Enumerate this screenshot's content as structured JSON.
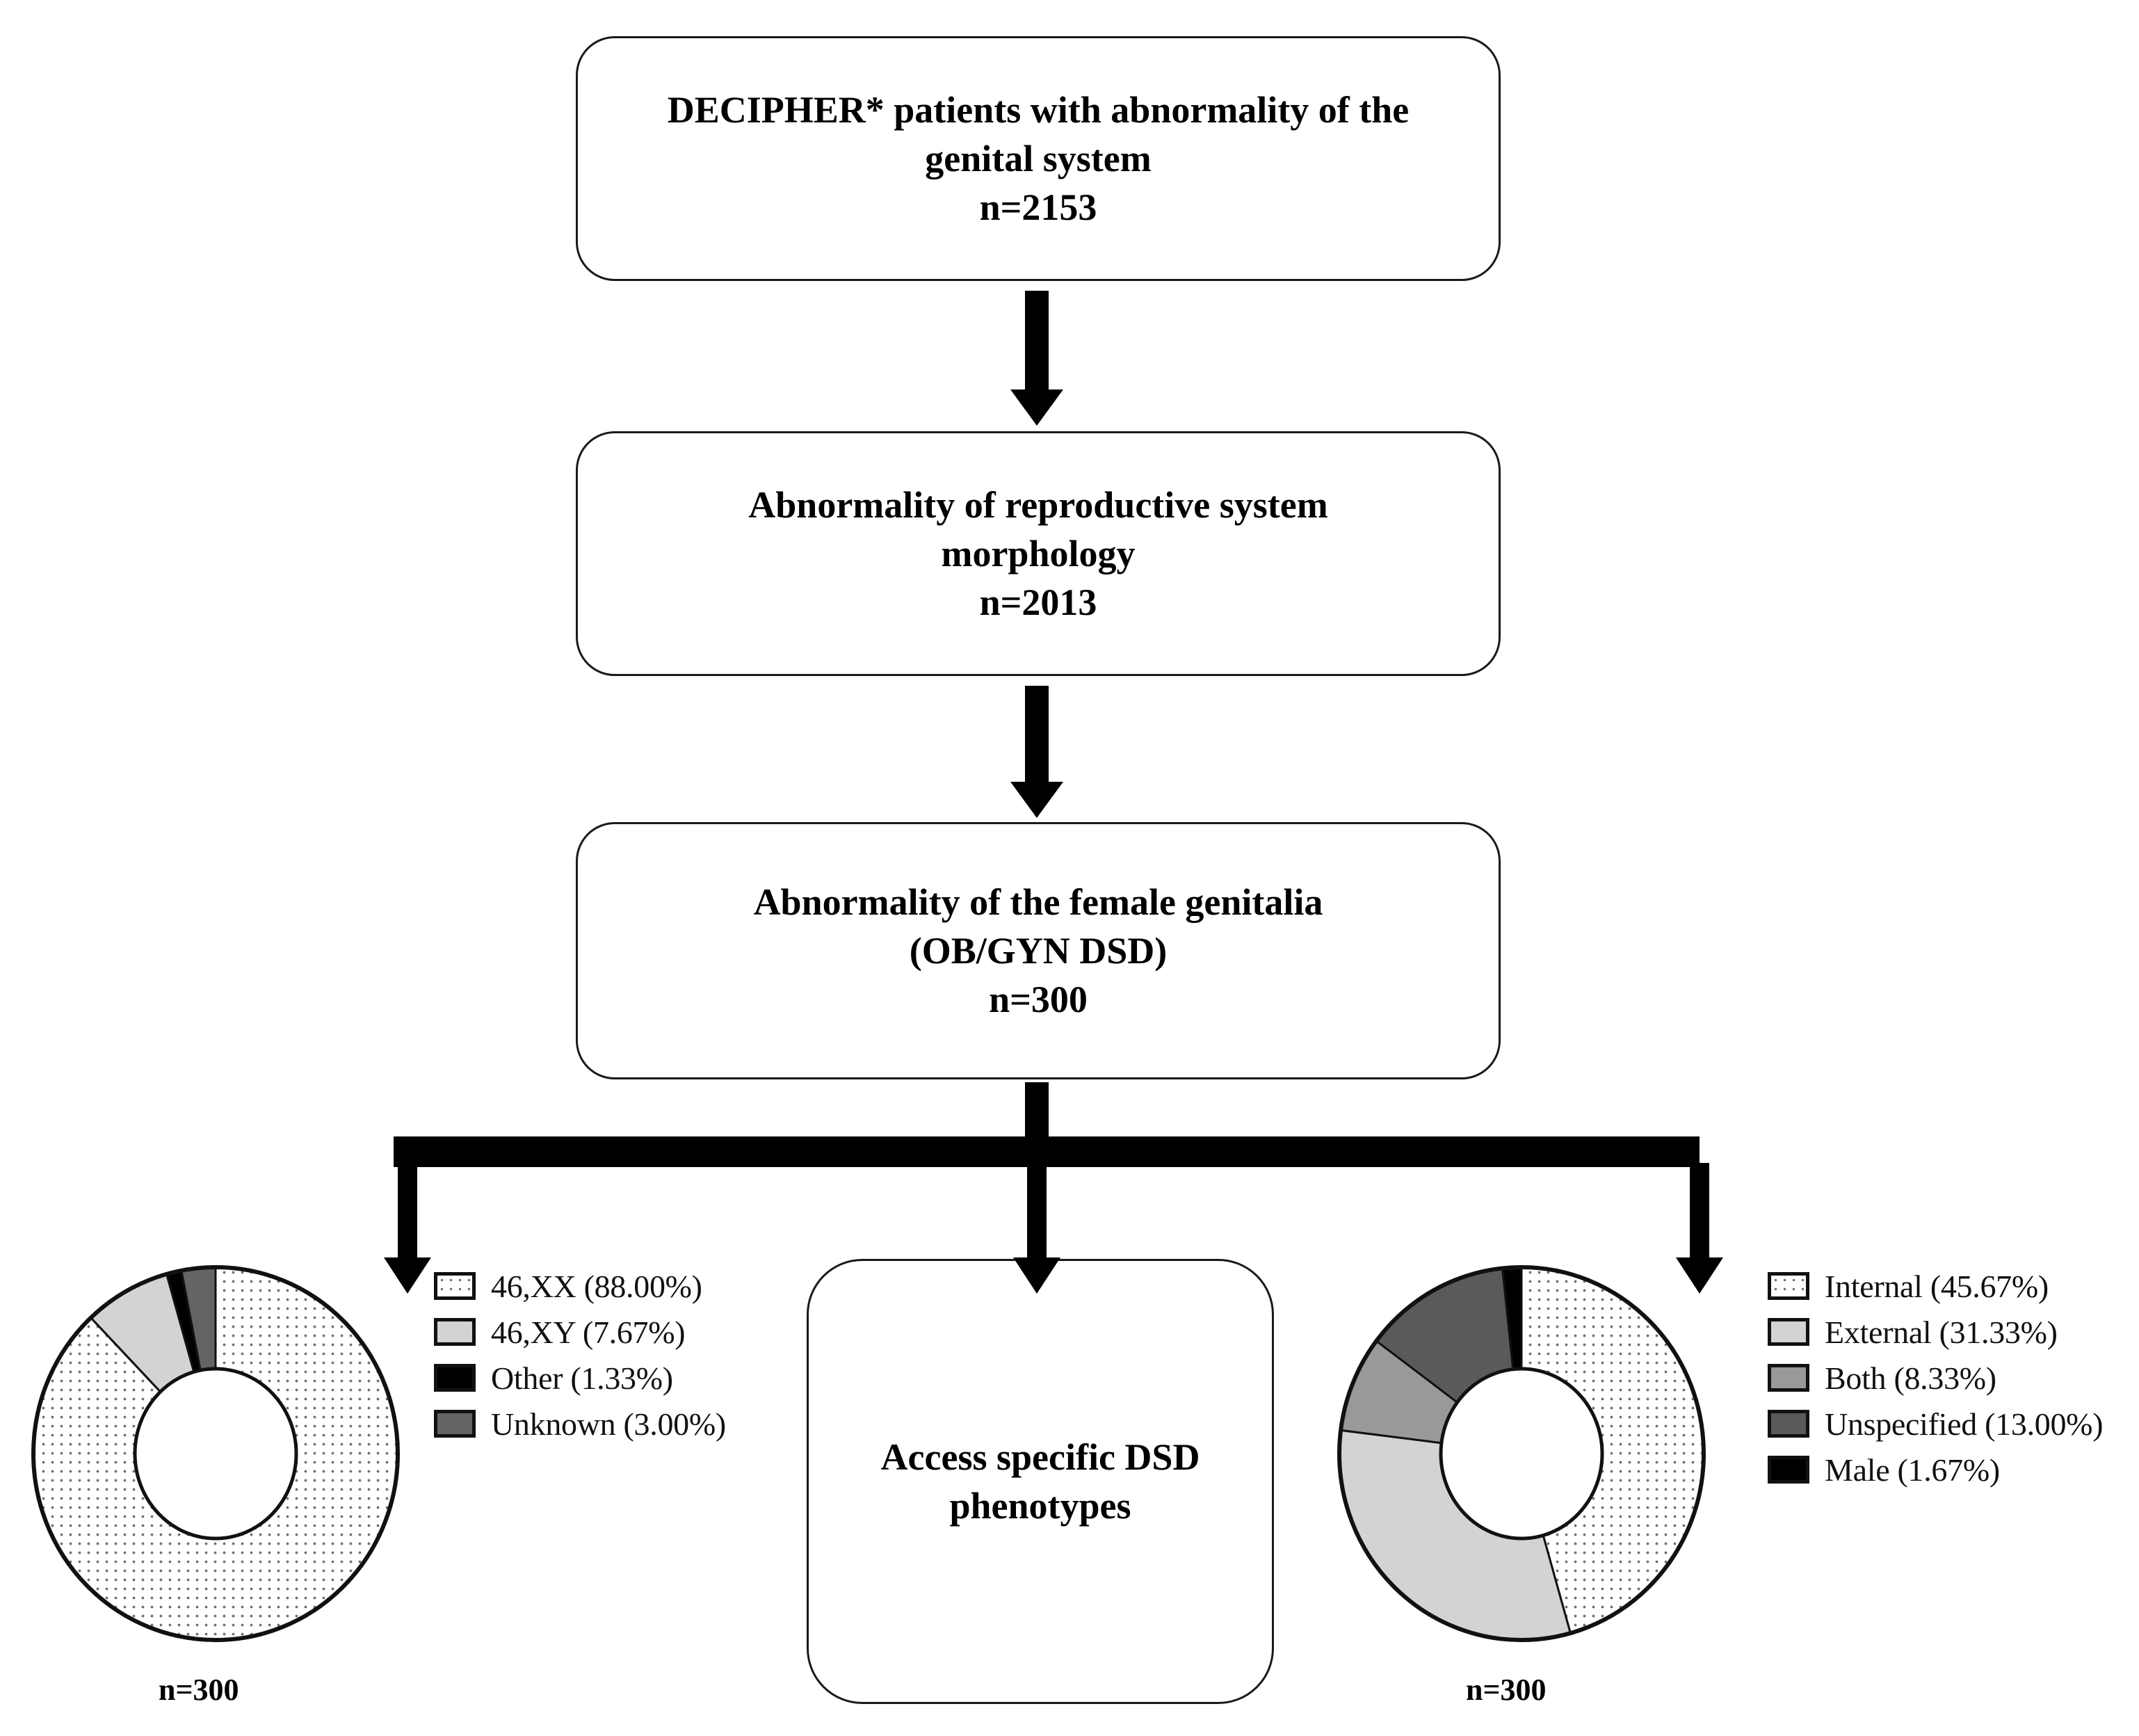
{
  "flow": {
    "boxes": [
      {
        "name": "decipher-cohort",
        "lines": [
          "DECIPHER* patients with abnormality of the",
          "genital system",
          "n=2153"
        ]
      },
      {
        "name": "reproductive-morphology",
        "lines": [
          "Abnormality of reproductive system",
          "morphology",
          "n=2013"
        ]
      },
      {
        "name": "female-genitalia",
        "lines": [
          "Abnormality of the female genitalia",
          "(OB/GYN DSD)",
          "n=300"
        ]
      },
      {
        "name": "access-phenotypes",
        "lines": [
          "Access specific DSD",
          "phenotypes"
        ]
      }
    ]
  },
  "captions": {
    "left_donut": "n=300",
    "right_donut": "n=300"
  },
  "chart_data": [
    {
      "name": "karyotype-donut",
      "type": "pie",
      "title": "",
      "total_label": "n=300",
      "legend_position": "right",
      "start_angle_deg": 0,
      "direction": "clockwise",
      "categories": [
        "46,XX",
        "46,XY",
        "Other",
        "Unknown"
      ],
      "values": [
        88.0,
        7.67,
        1.33,
        3.0
      ],
      "labels": [
        "46,XX (88.00%)",
        "46,XY (7.67%)",
        "Other (1.33%)",
        "Unknown (3.00%)"
      ],
      "fills": [
        "dotted",
        "#d3d3d3",
        "#000000",
        "#646464"
      ],
      "units": "%"
    },
    {
      "name": "genitalia-involvement-donut",
      "type": "pie",
      "title": "",
      "total_label": "n=300",
      "legend_position": "right",
      "start_angle_deg": 0,
      "direction": "clockwise",
      "categories": [
        "Internal",
        "External",
        "Both",
        "Unspecified",
        "Male"
      ],
      "values": [
        45.67,
        31.33,
        8.33,
        13.0,
        1.67
      ],
      "labels": [
        "Internal (45.67%)",
        "External (31.33%)",
        "Both (8.33%)",
        "Unspecified (13.00%)",
        "Male (1.67%)"
      ],
      "fills": [
        "dotted",
        "#d3d3d3",
        "#999999",
        "#5a5a5a",
        "#000000"
      ],
      "units": "%"
    }
  ]
}
